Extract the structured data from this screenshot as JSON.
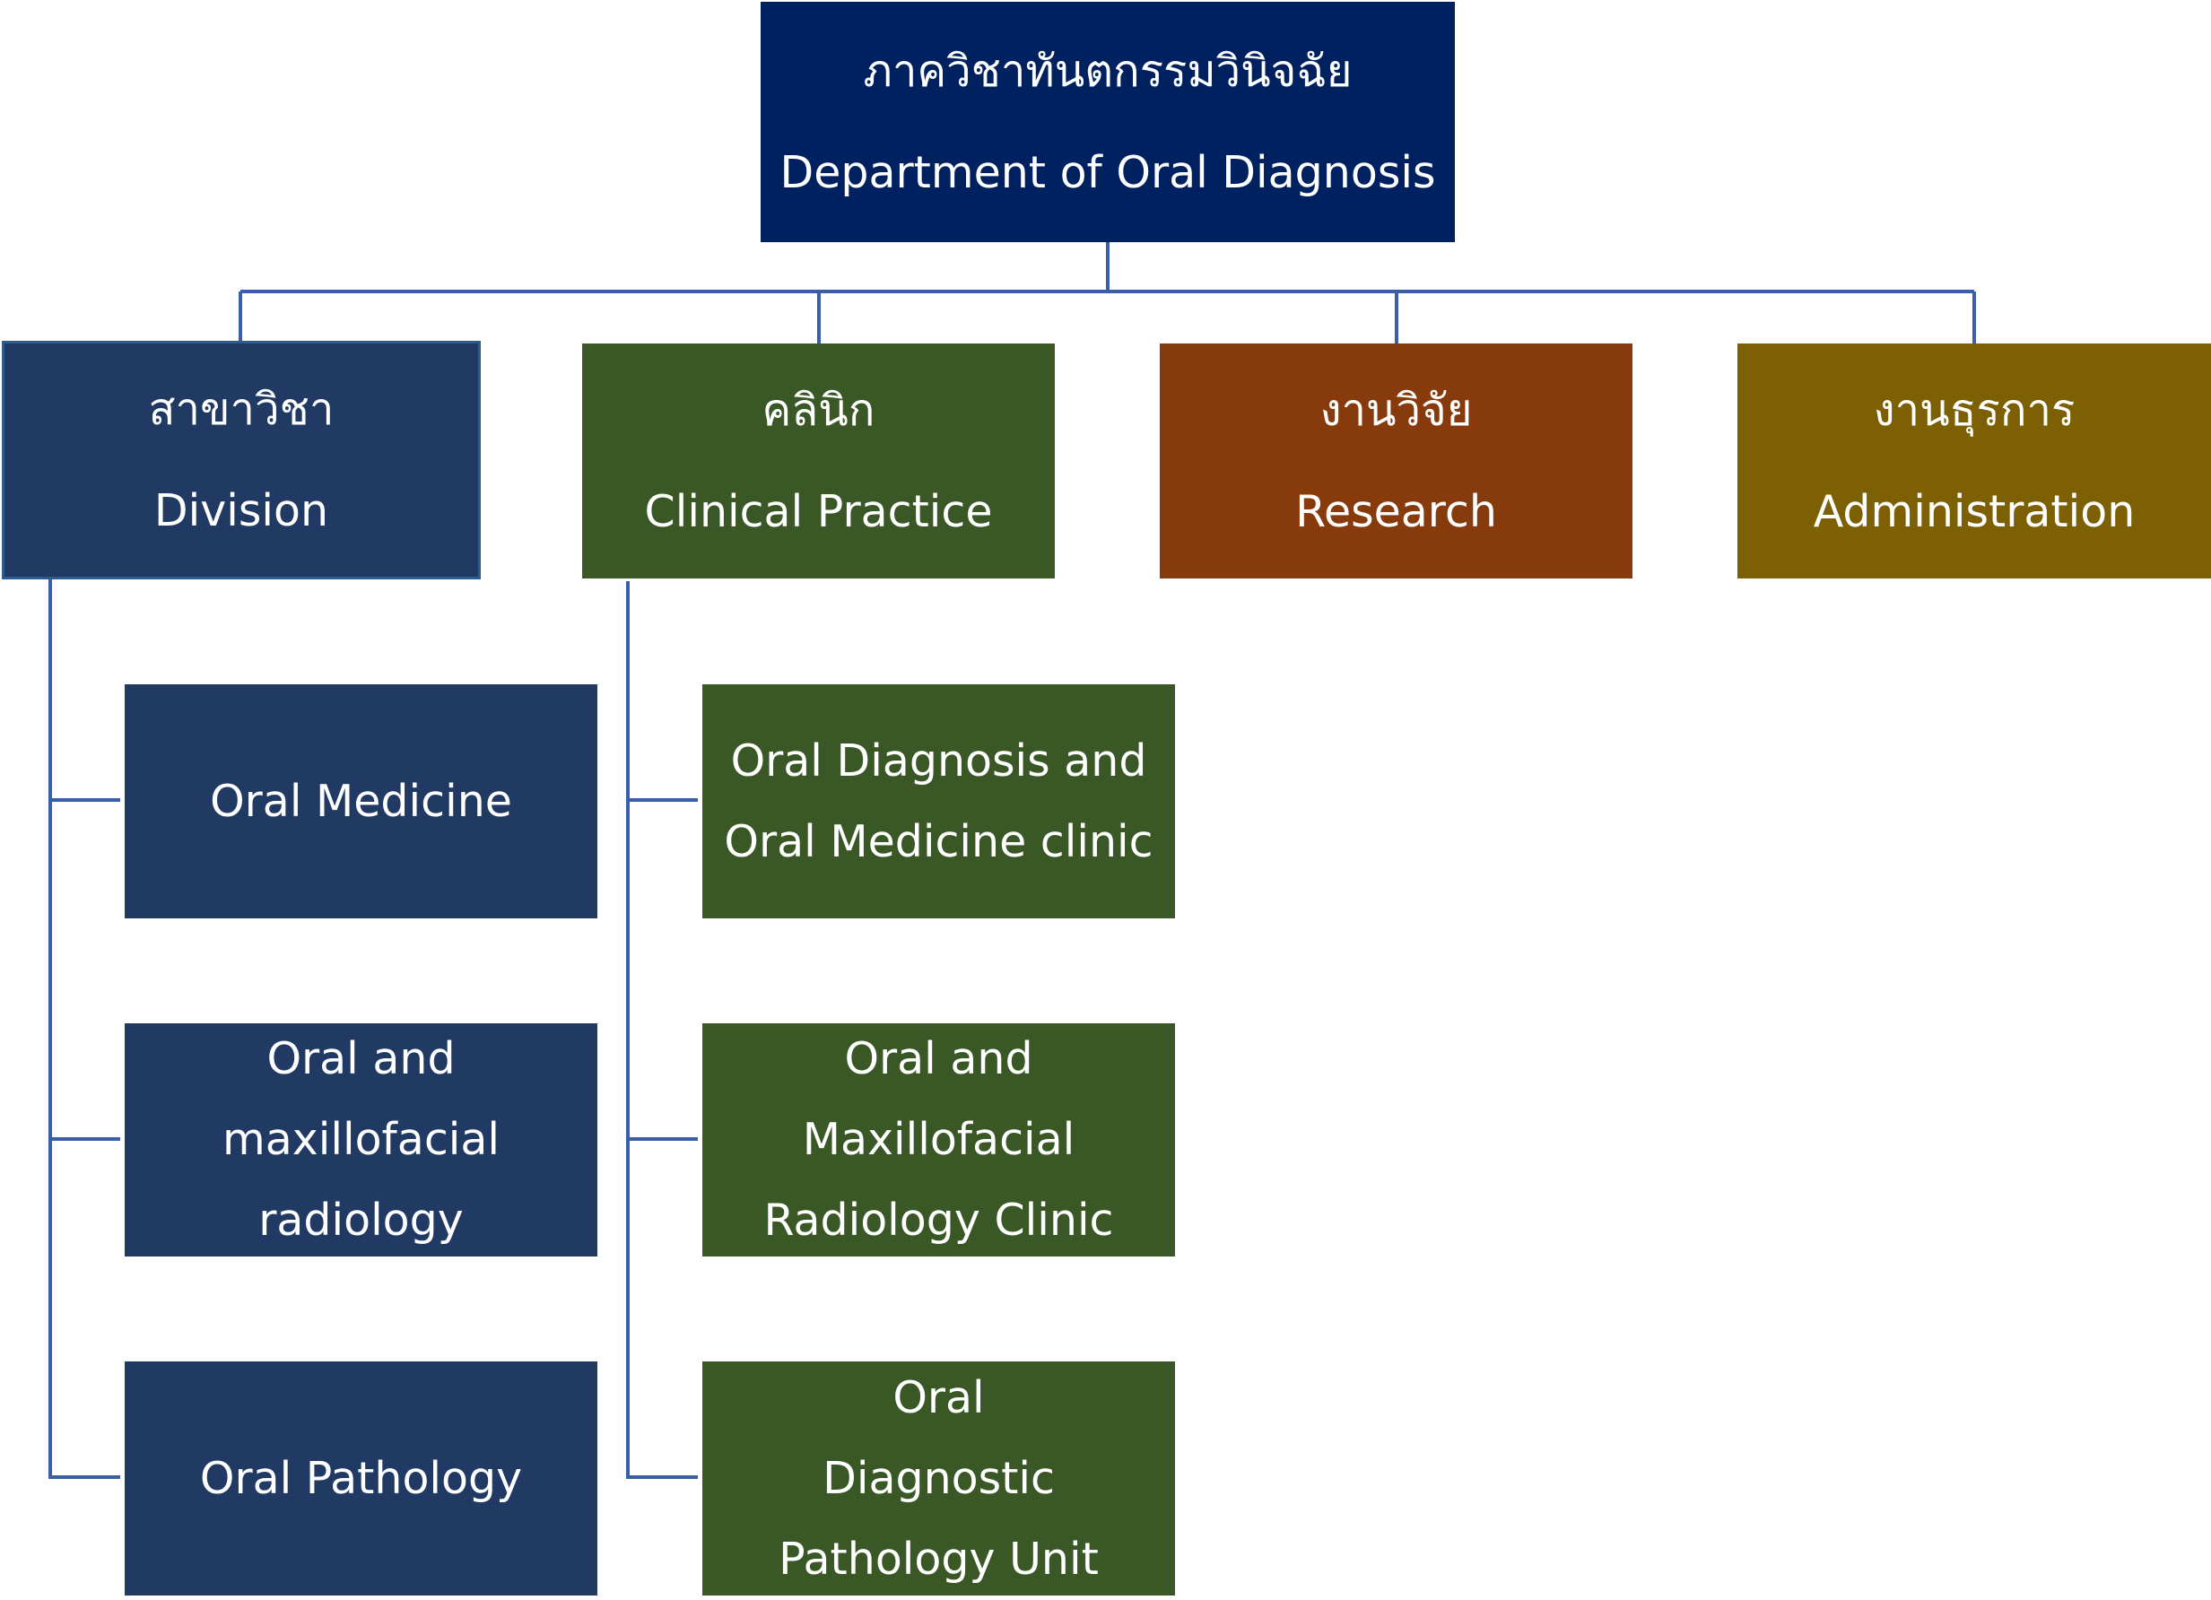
{
  "colors": {
    "department": "#00215f",
    "division": "#213a63",
    "clinical": "#3a5726",
    "research": "#873b0d",
    "administration": "#7c6003",
    "connector": "#3a5ea8"
  },
  "department": {
    "th": "ภาควิชาทันตกรรมวินิจฉัย",
    "en": "Department of Oral Diagnosis"
  },
  "groups": {
    "division": {
      "th": "สาขาวิชา",
      "en": "Division"
    },
    "clinical": {
      "th": "คลินิก",
      "en": "Clinical Practice"
    },
    "research": {
      "th": "งานวิจัย",
      "en": "Research"
    },
    "administration": {
      "th": "งานธุรการ",
      "en": "Administration"
    }
  },
  "division_units": [
    "Oral Medicine",
    "Oral and maxillofacial radiology",
    "Oral Pathology"
  ],
  "clinical_units": [
    "Oral Diagnosis and Oral Medicine clinic",
    "Oral and Maxillofacial Radiology Clinic",
    "Oral Diagnostic Pathology Unit"
  ]
}
